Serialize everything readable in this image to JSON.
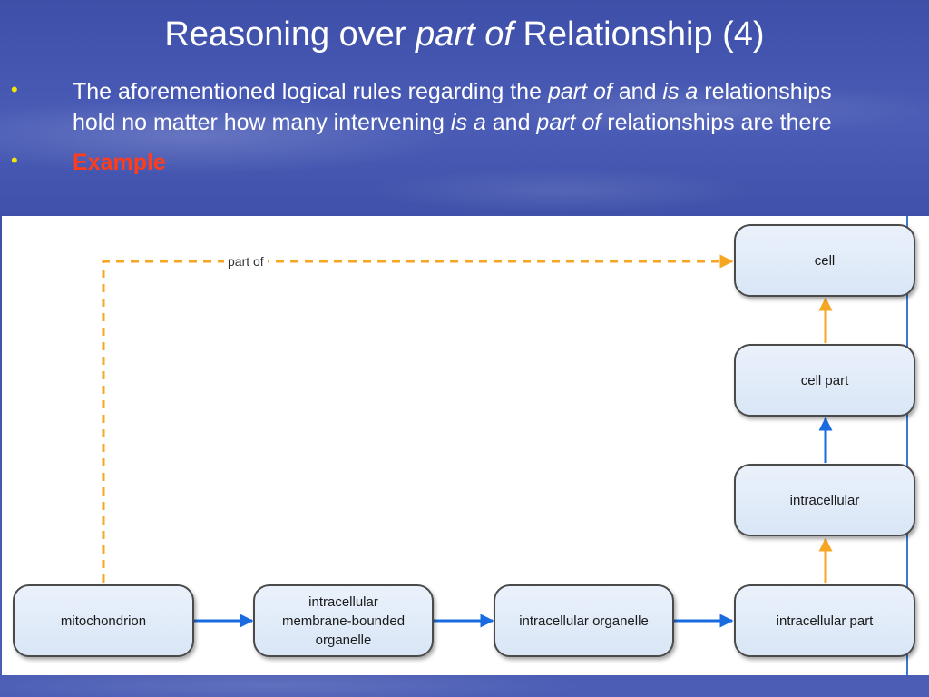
{
  "slide": {
    "title_pre": "Reasoning over ",
    "title_em": "part of",
    "title_post": " Relationship (4)",
    "bullet1": {
      "t1": "The aforementioned logical rules regarding the ",
      "em1": "part of",
      "t2": " and ",
      "em2": "is a",
      "t3": " relationships hold no matter how many intervening ",
      "em3": "is a",
      "t4": " and ",
      "em4": "part of",
      "t5": " relationships are there"
    },
    "bullet2": "Example"
  },
  "diagram": {
    "nodes": {
      "mitochondrion": "mitochondrion",
      "imbo_line1": "intracellular",
      "imbo_line2": "membrane-bounded",
      "imbo_line3": "organelle",
      "intracellular_organelle": "intracellular organelle",
      "intracellular_part": "intracellular part",
      "intracellular": "intracellular",
      "cell_part": "cell part",
      "cell": "cell"
    },
    "edge_label": "part of",
    "colors": {
      "is_a": "#1a6be0",
      "part_of": "#f5a623",
      "bullet": "#f5e600",
      "highlight": "#ff3d1a"
    }
  }
}
